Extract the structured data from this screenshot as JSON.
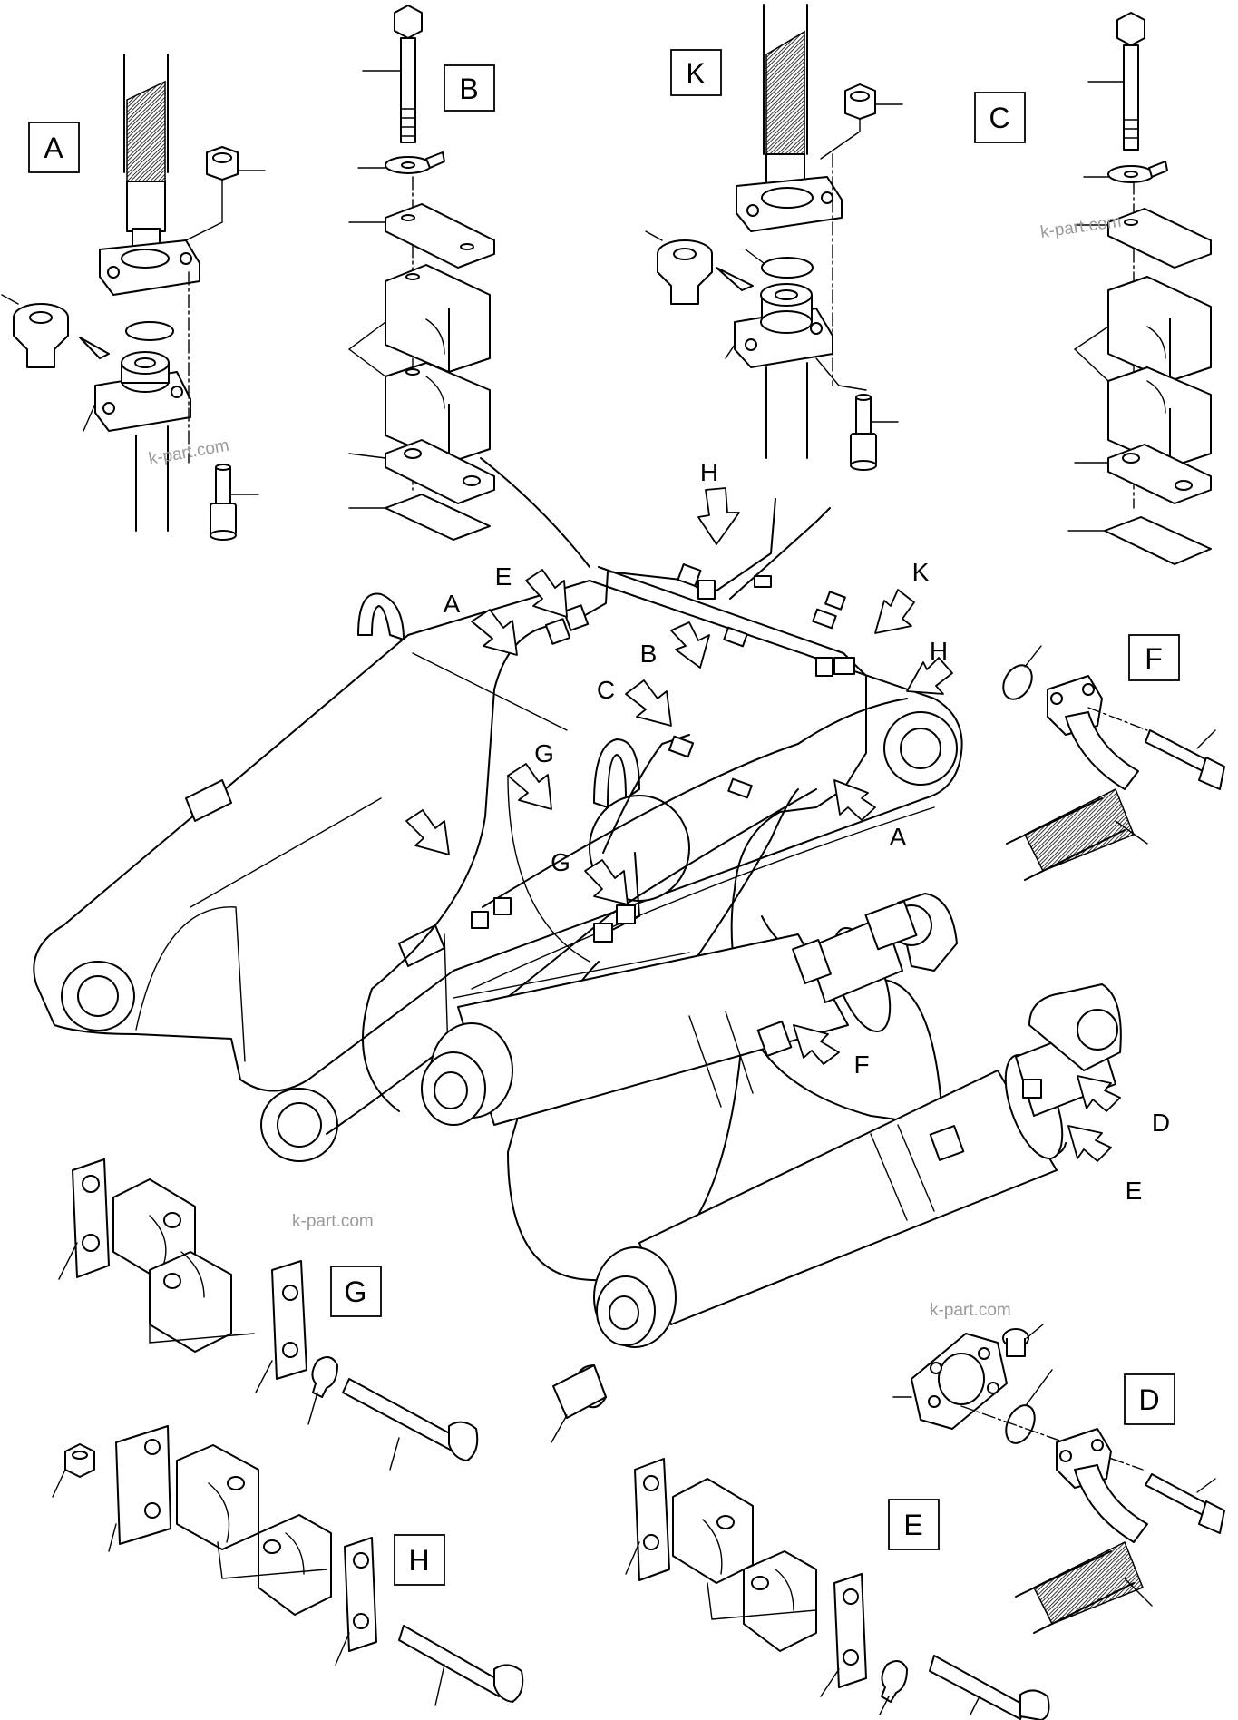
{
  "detail_labels": {
    "A": "A",
    "B": "B",
    "K": "K",
    "C": "C",
    "F": "F",
    "G": "G",
    "D": "D",
    "E": "E",
    "H": "H"
  },
  "callouts": {
    "H_top": "H",
    "E_top": "E",
    "A_top": "A",
    "K_top": "K",
    "B_mid": "B",
    "H_right": "H",
    "C_mid": "C",
    "G_upper": "G",
    "A_right": "A",
    "G_lower": "G",
    "F_mid": "F",
    "D_right": "D",
    "E_right": "E"
  },
  "watermark": "k-part.com"
}
